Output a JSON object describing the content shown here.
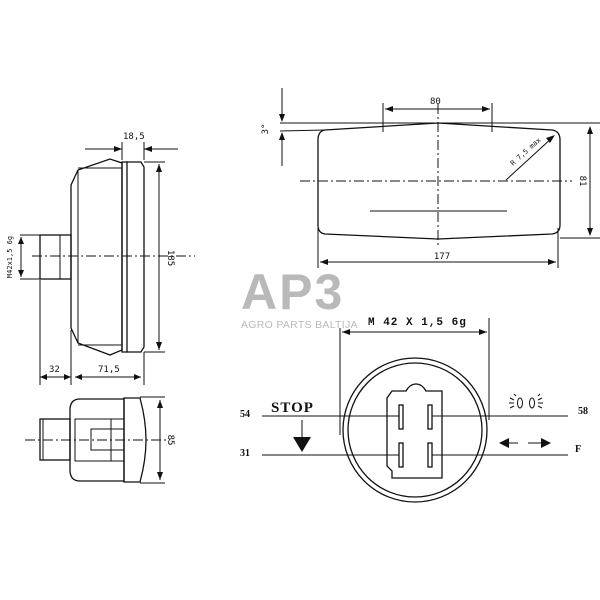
{
  "watermark": {
    "logo": "AP3",
    "tagline": "AGRO PARTS BALTIJA",
    "color": "#b9b9b9"
  },
  "side_view": {
    "dimensions": {
      "flange_width": "18,5",
      "height": "185",
      "thread": "M42x1,5 6g",
      "thread_length": "32",
      "body_depth": "71,5"
    }
  },
  "bottom_view": {
    "dimensions": {
      "height": "85"
    }
  },
  "front_view": {
    "dimensions": {
      "top_width": "80",
      "angle": "3°",
      "corner_radius": "R 7,5 max",
      "height": "81",
      "width": "177"
    }
  },
  "connector_view": {
    "thread_label": "M 42 X 1,5 6g",
    "stop_label": "STOP",
    "pins": {
      "top_left": "54",
      "top_right": "58",
      "bottom_left": "31",
      "bottom_right": "F"
    },
    "icons": [
      "stop-arrow-icon",
      "position-light-icon",
      "turn-indicator-icon"
    ]
  }
}
